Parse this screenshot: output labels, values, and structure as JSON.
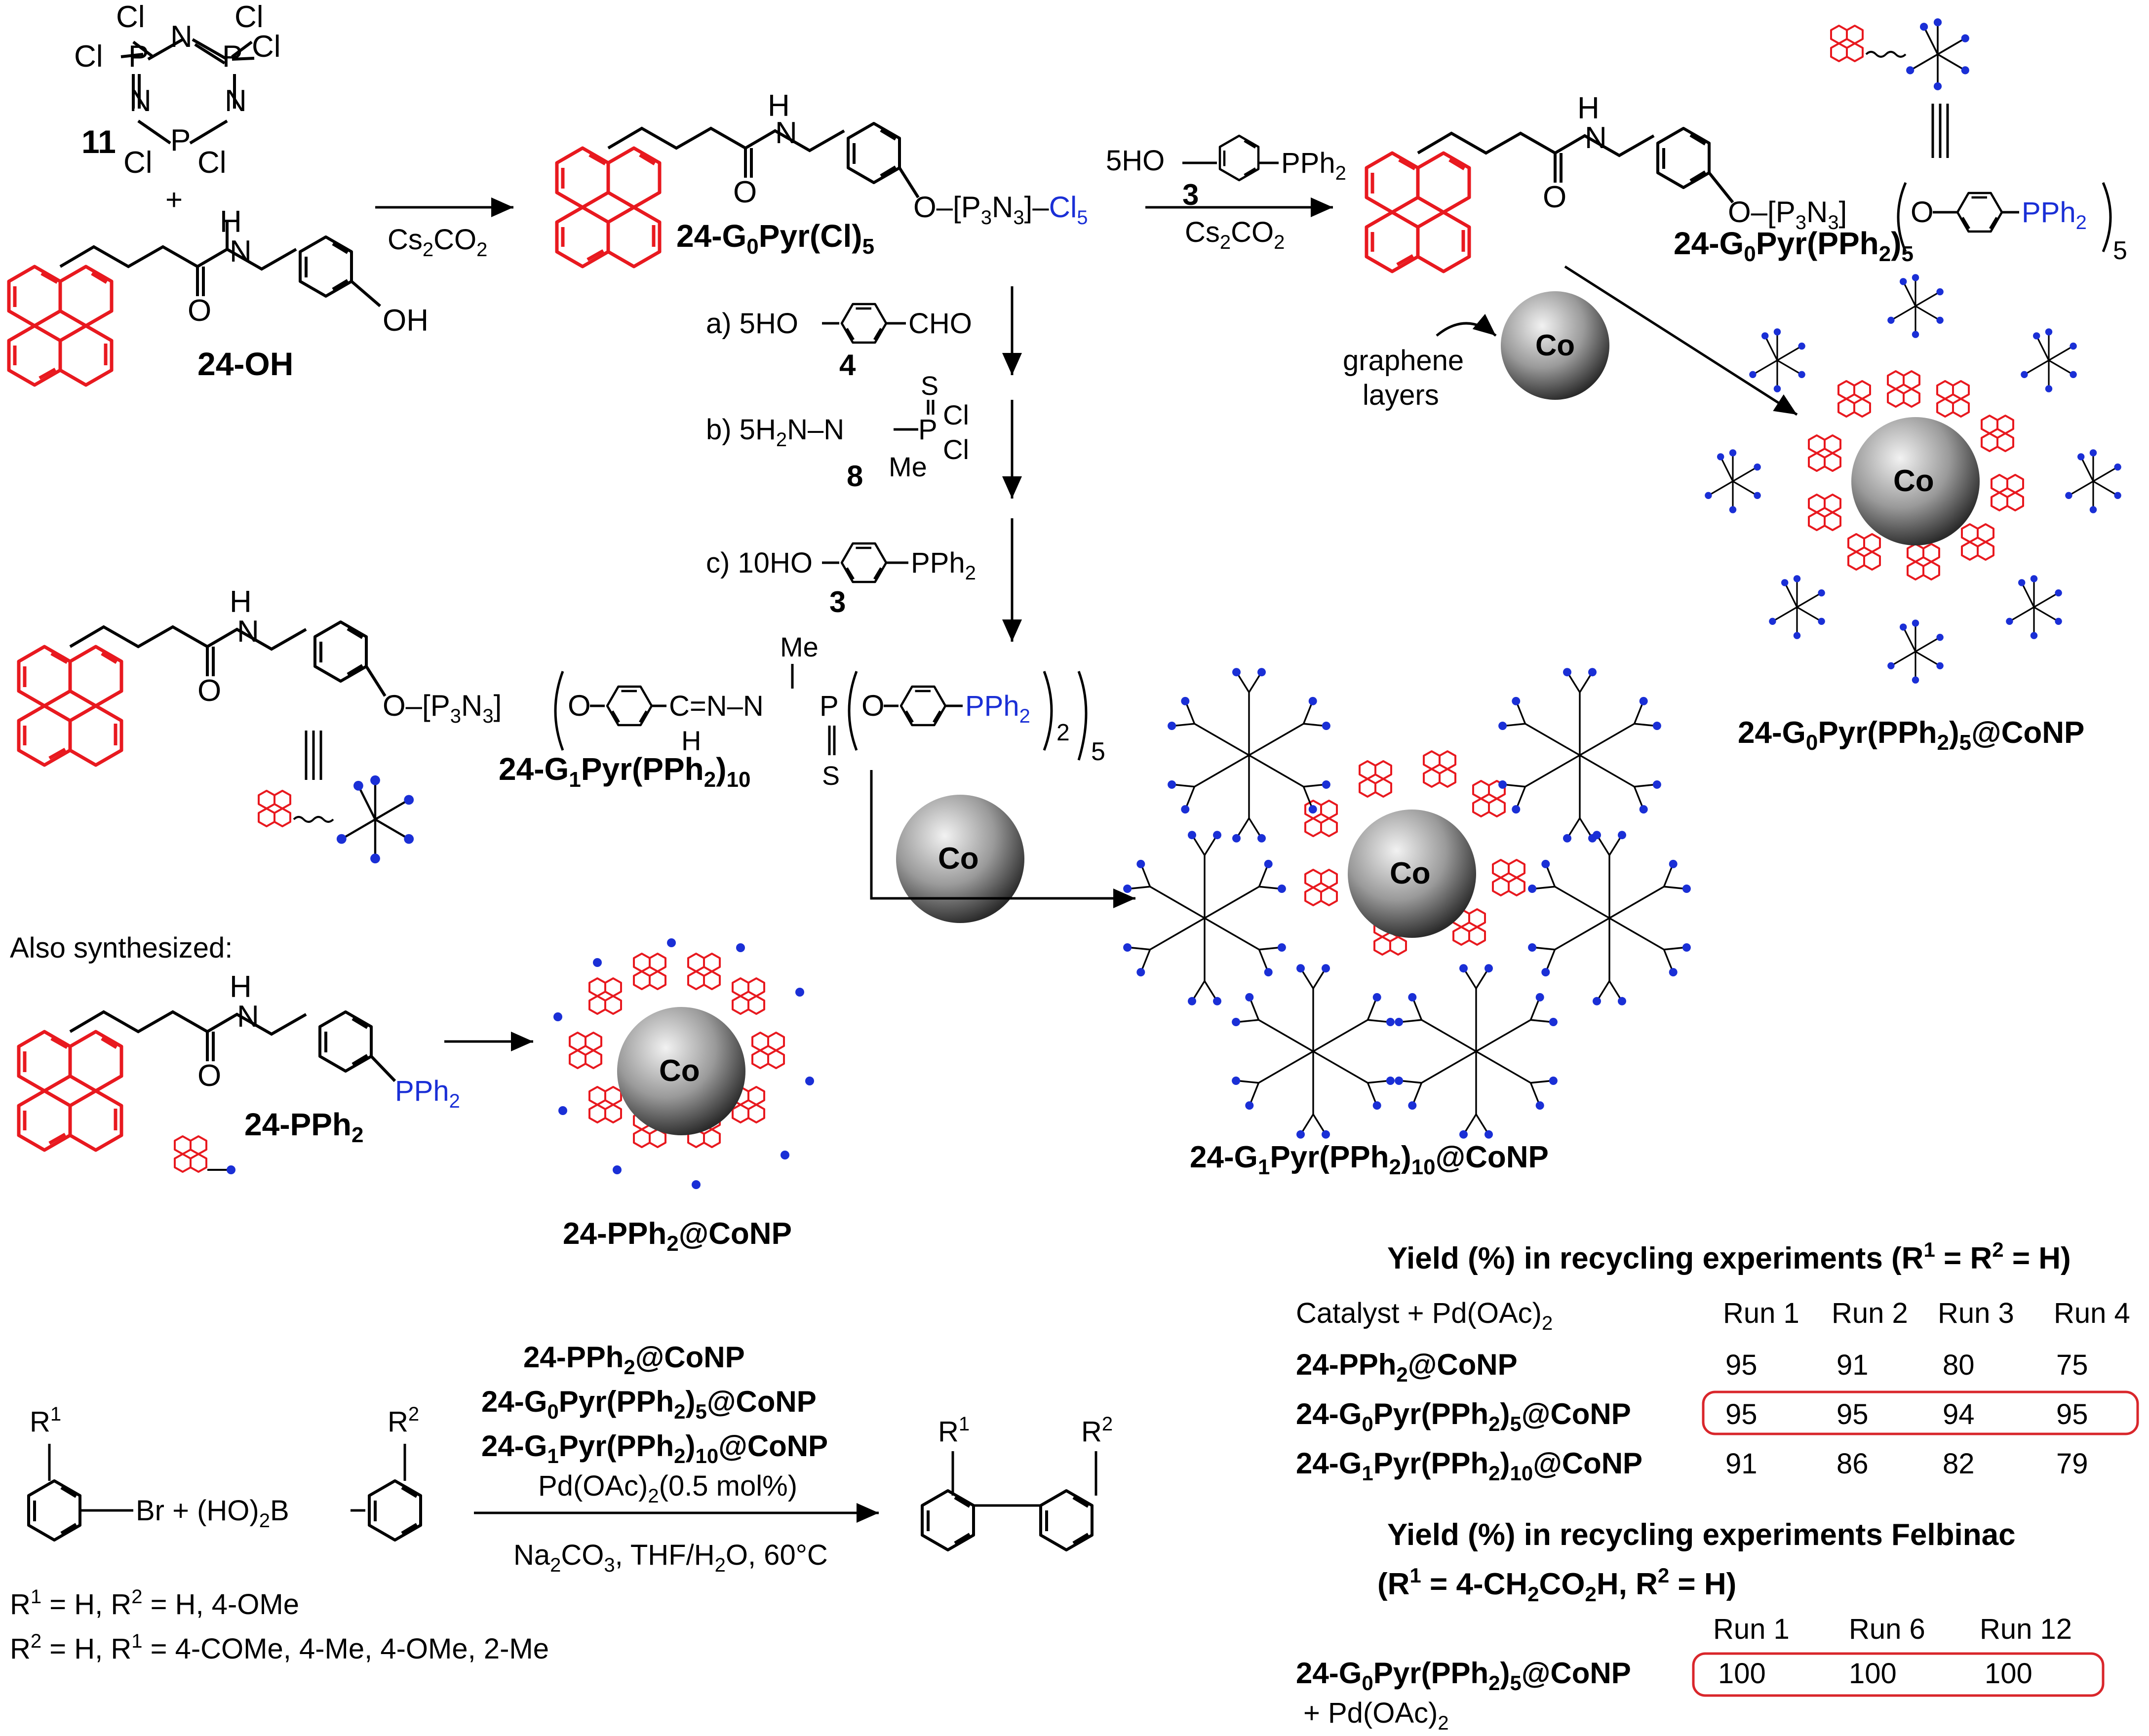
{
  "colors": {
    "pyrene": "#e8191f",
    "phosphine": "#1a2fd6",
    "highlight_box": "#d9262b",
    "sphere_dark": "#2b2b2b",
    "sphere_light": "#f2f2f2"
  },
  "cl": "Cl",
  "n": "N",
  "p": "P",
  "plus": "+",
  "h": "H",
  "o": "O",
  "s": "S",
  "me": "Me",
  "oh": "OH",
  "ho": "HO",
  "five": "5",
  "two": "2",
  "cs2co3_a": "Cs",
  "cs2co3_b": "CO",
  "o_p3n3": "O–[P",
  "n3": "N",
  "bracket": "]–",
  "cl5": "Cl",
  "pph2": "PPh",
  "compound_11": "11",
  "compound_24oh": "24-OH",
  "compound_g0cl": {
    "a": "24-G",
    "b": "Pyr(Cl)",
    "sub0": "0",
    "sub5": "5"
  },
  "compound_g0pph2": {
    "a": "24-G",
    "b": "Pyr(PPh",
    "c": ")",
    "sub0": "0",
    "sub2": "2",
    "sub5": "5"
  },
  "compound_g1": {
    "a": "24-G",
    "b": "Pyr(PPh",
    "c": ")",
    "sub1": "1",
    "sub2": "2",
    "sub10": "10"
  },
  "step_5ho3": "5HO",
  "step_3": "3",
  "step_a": "a) 5HO",
  "step_a_cho": "CHO",
  "step_4": "4",
  "step_b": "b) 5H",
  "step_b_n": "N–N",
  "step_8": "8",
  "step_c": "c) 10HO",
  "ch_eq": "C=N–N",
  "co": "Co",
  "graphene": [
    "graphene",
    "layers"
  ],
  "also_synthesized": "Also synthesized:",
  "compound_24pph2": "24-PPh",
  "label_pph2_conp": "24-PPh",
  "label_conp": "@CoNP",
  "label_g0_conp": "24-G",
  "label_g1_conp": "24-G",
  "reaction": {
    "r1": "R",
    "r2": "R",
    "sup1": "1",
    "sup2": "2",
    "br": "Br + (HO)",
    "b": "B",
    "catalyst_lines": [
      "24-PPh",
      "24-G",
      "24-G"
    ],
    "pd": "Pd(OAc)",
    "pd_tail": "(0.5 mol%)",
    "conditions": "Na",
    "conditions_tail": "CO",
    "conditions_tail2": ", THF/H",
    "conditions_tail3": "O, 60°C",
    "scope1": "R",
    "scope1_tail": " = H, R",
    "scope1_end": " = H, 4-OMe",
    "scope2": "R",
    "scope2_tail": " = H, R",
    "scope2_end": " = 4-COMe, 4-Me, 4-OMe, 2-Me"
  },
  "table1": {
    "title": "Yield (%) in recycling experiments (R",
    "title_mid": " = R",
    "title_end": " = H)",
    "header_catalyst": "Catalyst + Pd(OAc)",
    "runs": [
      "Run 1",
      "Run 2",
      "Run 3",
      "Run 4"
    ],
    "rows": [
      {
        "name": "24-PPh",
        "values": [
          "95",
          "91",
          "80",
          "75"
        ]
      },
      {
        "name": "24-G",
        "values": [
          "95",
          "95",
          "94",
          "95"
        ]
      },
      {
        "name": "24-G",
        "values": [
          "91",
          "86",
          "82",
          "79"
        ]
      }
    ]
  },
  "table2": {
    "title": "Yield (%) in recycling experiments Felbinac",
    "subtitle": "(R",
    "subtitle_tail": " = 4-CH",
    "subtitle_tail2": "CO",
    "subtitle_tail3": "H, R",
    "subtitle_end": " = H)",
    "runs": [
      "Run 1",
      "Run 6",
      "Run 12"
    ],
    "row_name": "24-G",
    "row_extra": "+ Pd(OAc)",
    "values": [
      "100",
      "100",
      "100"
    ]
  }
}
